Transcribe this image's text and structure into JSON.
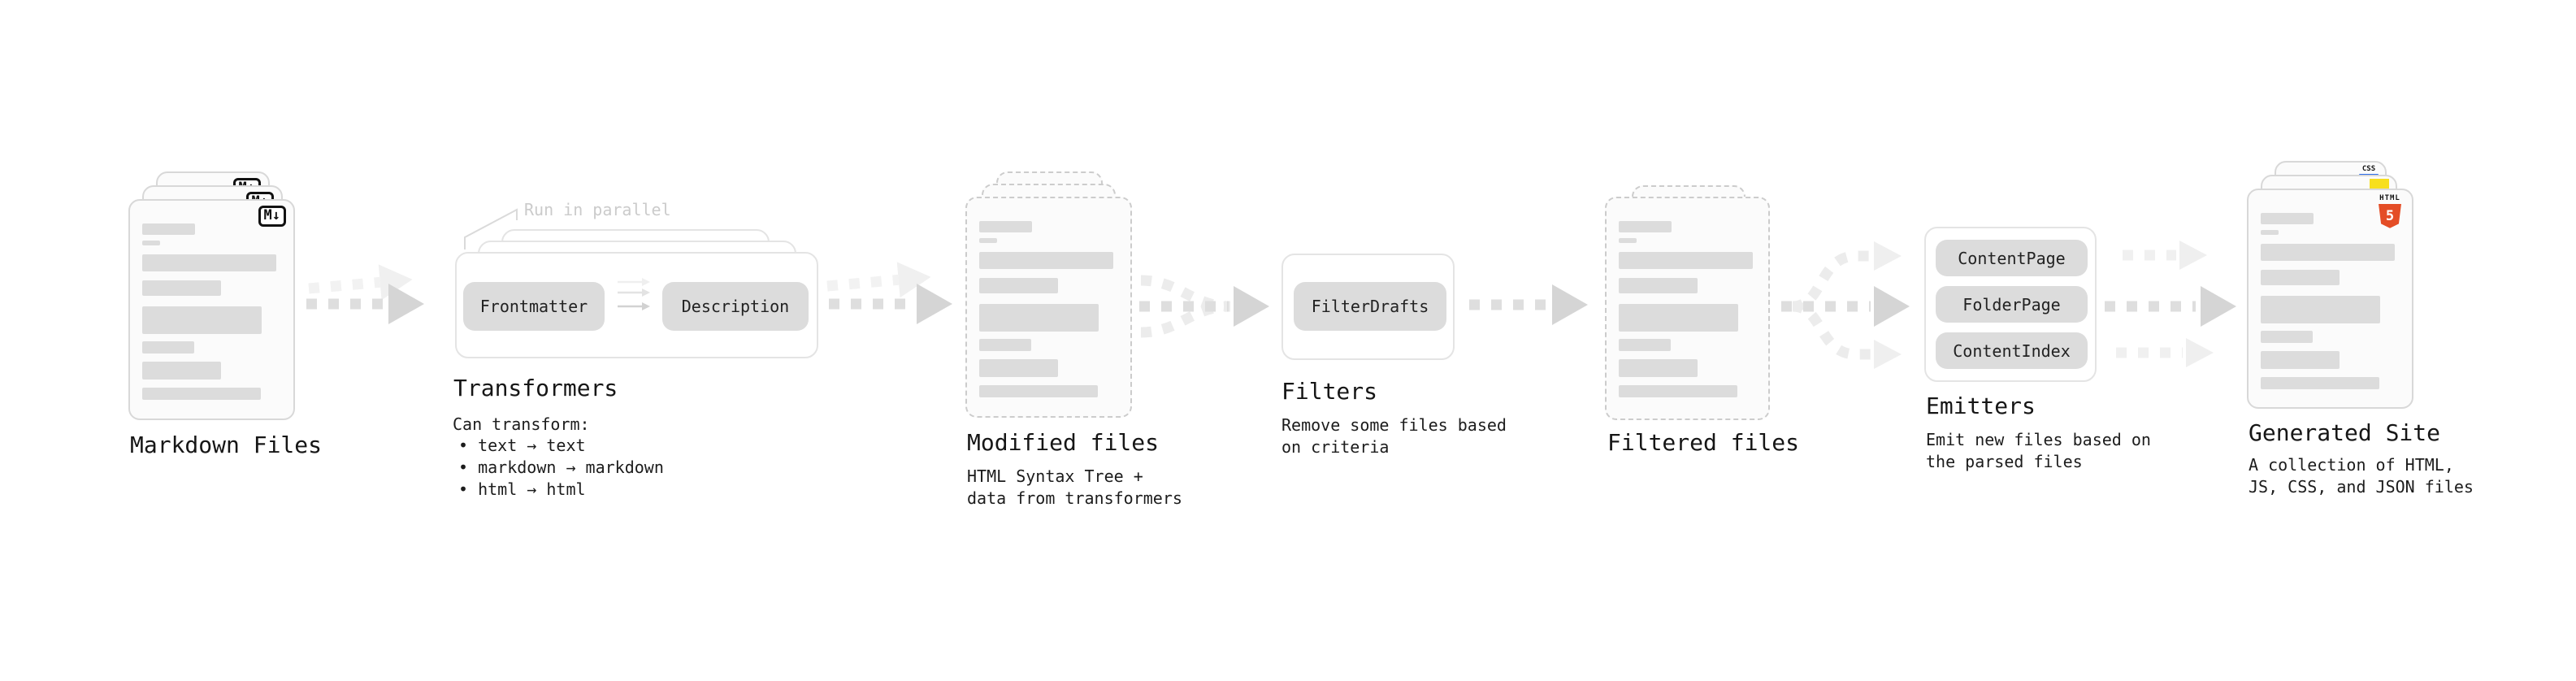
{
  "stages": {
    "markdown_files": {
      "label": "Markdown Files",
      "badge": "M↓"
    },
    "transformers": {
      "note": "Run in parallel",
      "input_pill": "Frontmatter",
      "output_pill": "Description",
      "label": "Transformers",
      "description_title": "Can transform:",
      "bullets": [
        "• text → text",
        "• markdown → markdown",
        "• html → html"
      ]
    },
    "modified_files": {
      "label": "Modified files",
      "description": "HTML Syntax Tree +\ndata from transformers"
    },
    "filters": {
      "pill": "FilterDrafts",
      "label": "Filters",
      "description": "Remove some files based\non criteria"
    },
    "filtered_files": {
      "label": "Filtered files"
    },
    "emitters": {
      "pills": [
        "ContentPage",
        "FolderPage",
        "ContentIndex"
      ],
      "label": "Emitters",
      "description": "Emit new files based on\nthe parsed files"
    },
    "generated_site": {
      "label": "Generated Site",
      "badges": {
        "css": "CSS",
        "html": "HTML",
        "html_number": "5"
      },
      "description": "A collection of HTML,\nJS, CSS, and JSON files"
    }
  },
  "colors": {
    "background": "#ffffff",
    "doc_fill": "#fbfbfb",
    "doc_border": "#d8d8d8",
    "dashed_border": "#cccccc",
    "skeleton_bar": "#dcdcdc",
    "pill_fill": "#dcdcdc",
    "container_border": "#e4e4e4",
    "arrow": "#dedede",
    "arrow_head": "#d5d5d5",
    "arrow_ghost": "#f2f2f2",
    "note_text": "#cbcbcb",
    "text": "#1a1a1a",
    "js_yellow": "#f7df1e",
    "css_blue": "#2b6de8",
    "html5_orange": "#e44d26"
  }
}
